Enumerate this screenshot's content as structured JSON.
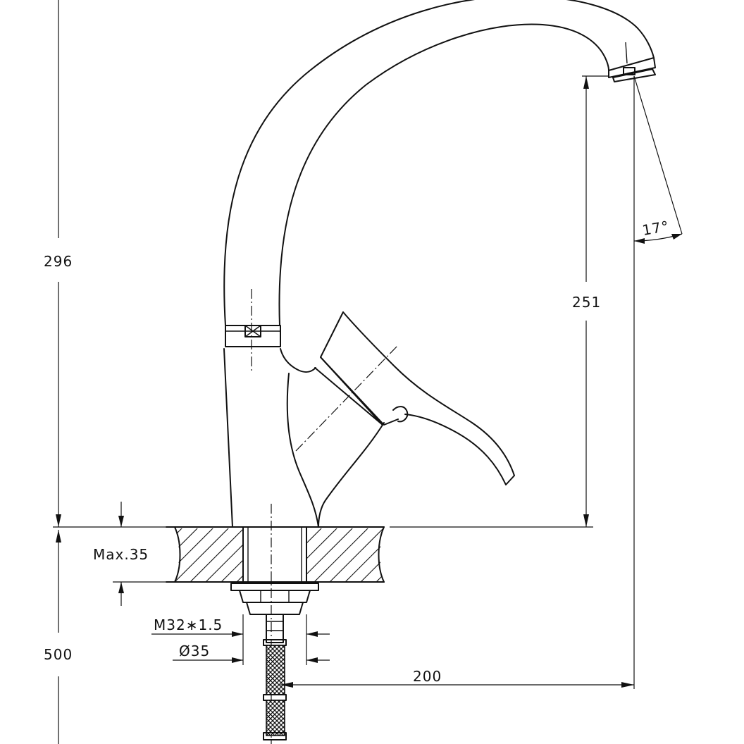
{
  "dimensions": {
    "total_height": "296",
    "spout_height": "251",
    "spout_reach": "200",
    "max_thickness": "Max.35",
    "thread": "M32∗1.5",
    "diameter": "Ø35",
    "hose_length": "500",
    "swivel_angle": "17°"
  }
}
